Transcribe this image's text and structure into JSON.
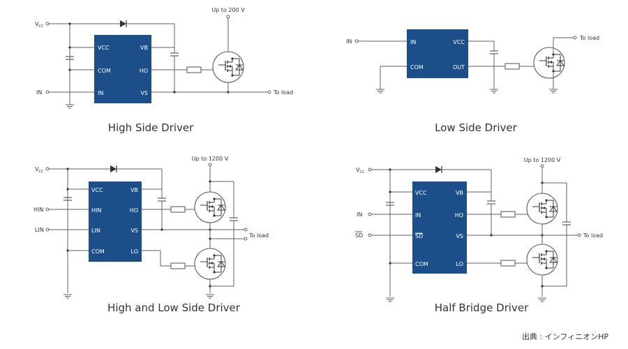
{
  "colors": {
    "chip": "#1c4e8a",
    "wire": "#5f5f5f",
    "text": "#333333"
  },
  "panels": {
    "high_side": {
      "caption": "High Side Driver",
      "chip_pins": {
        "vcc": "VCC",
        "com": "COM",
        "in": "IN",
        "vb": "VB",
        "ho": "HO",
        "vs": "VS"
      },
      "vcc_label": "V",
      "vcc_sub": "CC",
      "in_label": "IN",
      "supply_label": "Up to 200 V",
      "load_label": "To load"
    },
    "low_side": {
      "caption": "Low Side Driver",
      "chip_pins": {
        "in": "IN",
        "com": "COM",
        "vcc": "VCC",
        "out": "OUT"
      },
      "in_label": "IN",
      "load_label": "To load"
    },
    "high_low": {
      "caption": "High and Low Side Driver",
      "chip_pins": {
        "vcc": "VCC",
        "hin": "HIN",
        "lin": "LIN",
        "com": "COM",
        "vb": "VB",
        "ho": "HO",
        "vs": "VS",
        "lo": "LO"
      },
      "vcc_label": "V",
      "vcc_sub": "CC",
      "hin_label": "HIN",
      "lin_label": "LIN",
      "supply_label": "Up to 1200 V",
      "load_label": "To load"
    },
    "half_bridge": {
      "caption": "Half Bridge Driver",
      "chip_pins": {
        "vcc": "VCC",
        "in": "IN",
        "sd": "SD",
        "com": "COM",
        "vb": "VB",
        "ho": "HO",
        "vs": "VS",
        "lo": "LO"
      },
      "vcc_label": "V",
      "vcc_sub": "CC",
      "in_label": "IN",
      "sd_label": "SD",
      "supply_label": "Up to 1200 V",
      "load_label": "To load"
    }
  },
  "source_note": "出典 : インフィニオンHP"
}
